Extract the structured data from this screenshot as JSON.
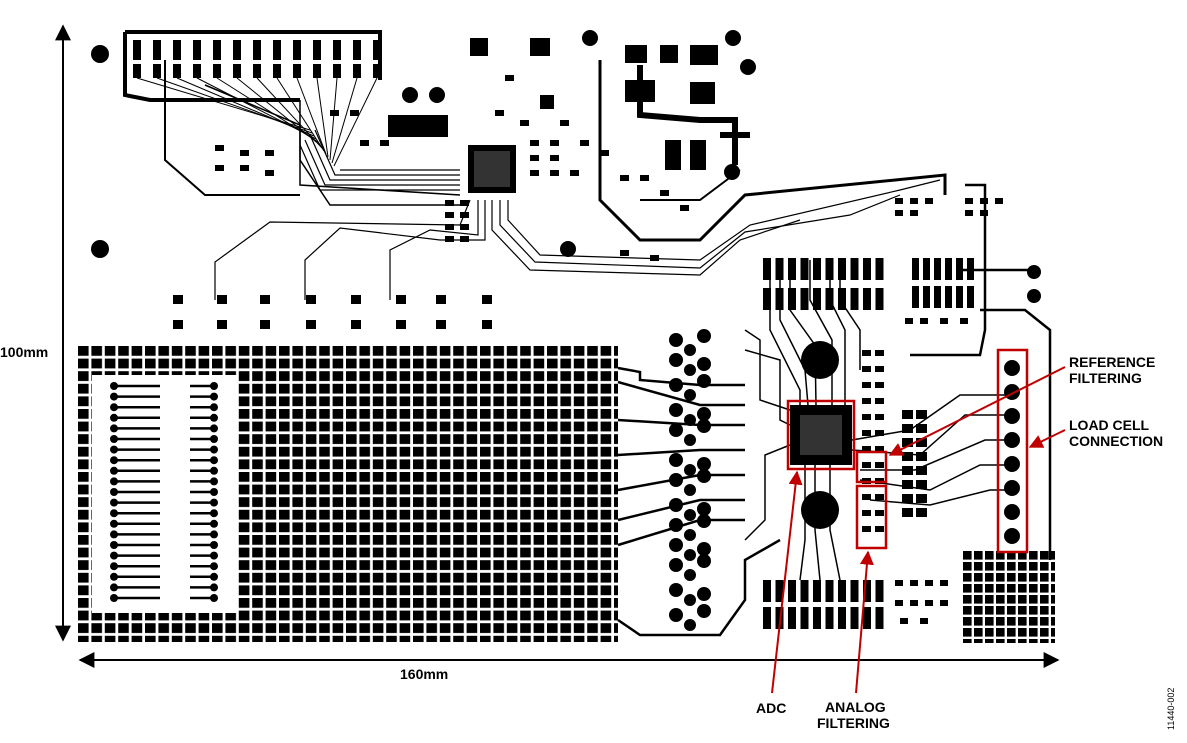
{
  "dimensions": {
    "height_label": "100mm",
    "width_label": "160mm"
  },
  "callouts": {
    "reference_filtering": [
      "REFERENCE",
      "FILTERING"
    ],
    "load_cell_connection": [
      "LOAD CELL",
      "CONNECTION"
    ],
    "adc": "ADC",
    "analog_filtering": [
      "ANALOG",
      "FILTERING"
    ]
  },
  "figure_id": "11440-002",
  "colors": {
    "copper": "#000000",
    "highlight": "#c00000",
    "background": "#ffffff"
  }
}
